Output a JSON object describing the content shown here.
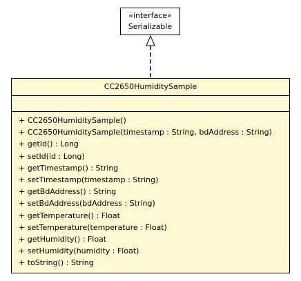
{
  "interface": {
    "stereotype": "«interface»",
    "name": "Serializable"
  },
  "class": {
    "name": "CC2650HumiditySample",
    "operations": [
      "+ CC2650HumiditySample()",
      "+ CC2650HumiditySample(timestamp : String, bdAddress : String)",
      "+ getId() : Long",
      "+ setId(id : Long)",
      "+ getTimestamp() : String",
      "+ setTimestamp(timestamp : String)",
      "+ getBdAddress() : String",
      "+ setBdAddress(bdAddress : String)",
      "+ getTemperature() : Float",
      "+ setTemperature(temperature : Float)",
      "+ getHumidity() : Float",
      "+ setHumidity(humidity : Float)",
      "+ toString() : String"
    ]
  },
  "colors": {
    "class_fill": "#fff8d2",
    "border": "#000000",
    "interface_fill": "#ffffff"
  }
}
